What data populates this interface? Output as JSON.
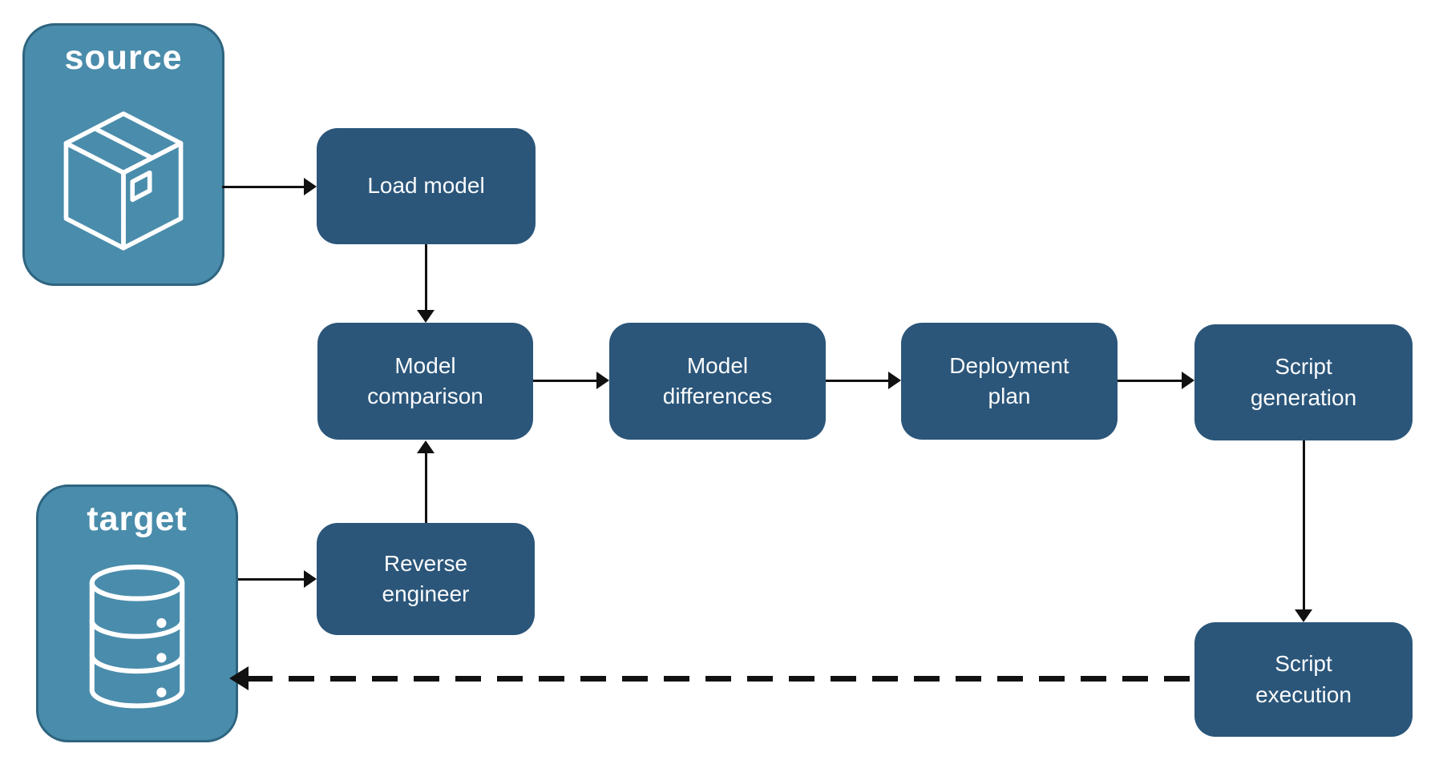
{
  "colors": {
    "background": "#FFFFFF",
    "endpoint_fill": "#4A8CAB",
    "endpoint_border": "#2E647F",
    "node_fill": "#2B567A",
    "node_text": "#FAFBFC",
    "arrow": "#111111"
  },
  "nodes": {
    "source": {
      "label": "source",
      "icon": "package-icon"
    },
    "target": {
      "label": "target",
      "icon": "database-icon"
    },
    "load_model": {
      "label": "Load model"
    },
    "model_comparison": {
      "label": "Model\ncomparison"
    },
    "model_differences": {
      "label": "Model\ndifferences"
    },
    "deployment_plan": {
      "label": "Deployment\nplan"
    },
    "script_generation": {
      "label": "Script\ngeneration"
    },
    "reverse_engineer": {
      "label": "Reverse\nengineer"
    },
    "script_execution": {
      "label": "Script\nexecution"
    }
  },
  "edges": [
    {
      "from": "source",
      "to": "load_model",
      "style": "solid"
    },
    {
      "from": "load_model",
      "to": "model_comparison",
      "style": "solid"
    },
    {
      "from": "model_comparison",
      "to": "model_differences",
      "style": "solid"
    },
    {
      "from": "model_differences",
      "to": "deployment_plan",
      "style": "solid"
    },
    {
      "from": "deployment_plan",
      "to": "script_generation",
      "style": "solid"
    },
    {
      "from": "script_generation",
      "to": "script_execution",
      "style": "solid"
    },
    {
      "from": "target",
      "to": "reverse_engineer",
      "style": "solid"
    },
    {
      "from": "reverse_engineer",
      "to": "model_comparison",
      "style": "solid"
    },
    {
      "from": "script_execution",
      "to": "target",
      "style": "dashed"
    }
  ]
}
